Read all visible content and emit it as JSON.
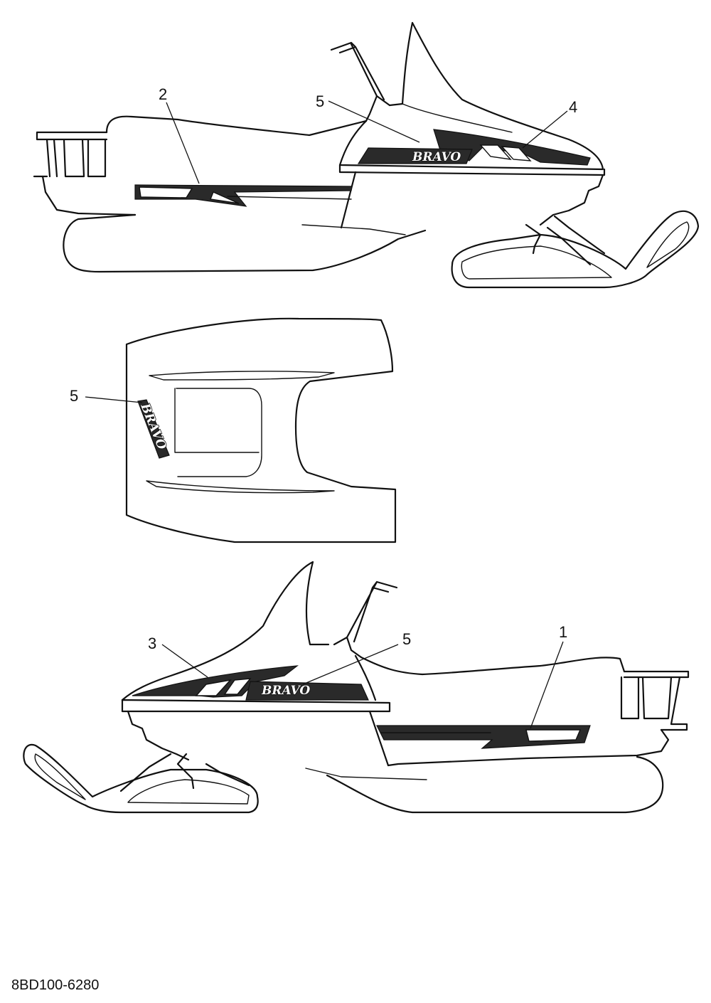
{
  "callouts": {
    "top_2": "2",
    "top_5": "5",
    "top_4": "4",
    "mid_5": "5",
    "bot_3": "3",
    "bot_5": "5",
    "bot_1": "1"
  },
  "logo_text": "BRAVO",
  "part_code": "8BD100-6280"
}
